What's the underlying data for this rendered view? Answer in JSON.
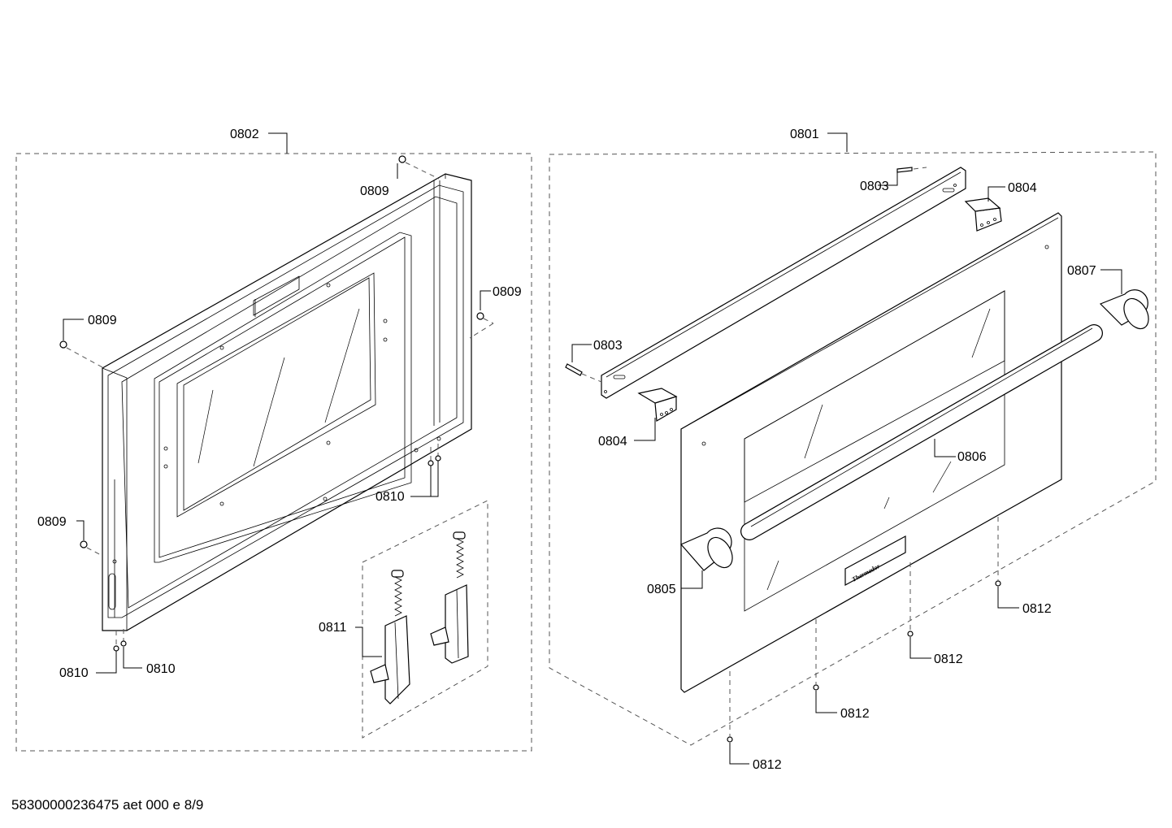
{
  "callouts": {
    "c0801": "0801",
    "c0802": "0802",
    "c0803a": "0803",
    "c0803b": "0803",
    "c0804a": "0804",
    "c0804b": "0804",
    "c0805": "0805",
    "c0806": "0806",
    "c0807": "0807",
    "c0809a": "0809",
    "c0809b": "0809",
    "c0809c": "0809",
    "c0809d": "0809",
    "c0810a": "0810",
    "c0810b": "0810",
    "c0810c": "0810",
    "c0811": "0811",
    "c0812a": "0812",
    "c0812b": "0812",
    "c0812c": "0812",
    "c0812d": "0812"
  },
  "brand_plate": "Thermador",
  "footer": "58300000236475 aet 000 e 8/9"
}
